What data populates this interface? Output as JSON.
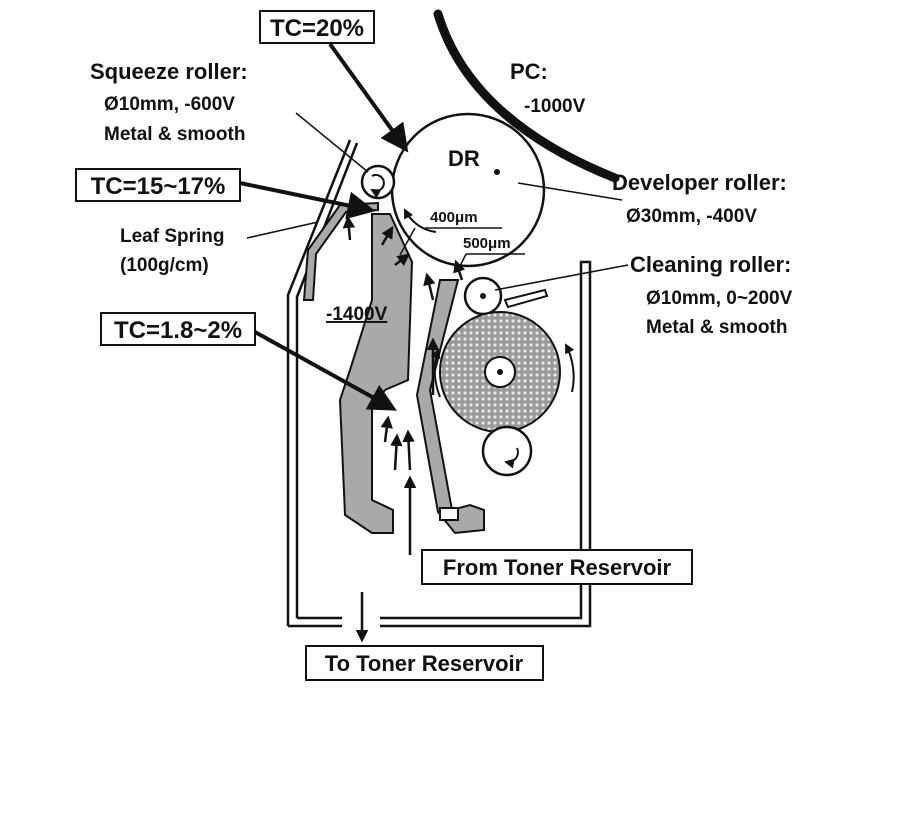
{
  "labels": {
    "tc_top": "TC=20%",
    "tc_mid": "TC=15~17%",
    "tc_low": "TC=1.8~2%",
    "squeeze_title": "Squeeze roller:",
    "squeeze_spec1": "Ø10mm, -600V",
    "squeeze_spec2": "Metal & smooth",
    "pc_title": "PC:",
    "pc_voltage": "-1000V",
    "dr_label": "DR",
    "developer_title": "Developer roller:",
    "developer_spec": "Ø30mm, -400V",
    "leaf_spring_1": "Leaf Spring",
    "leaf_spring_2": "(100g/cm)",
    "gap_400": "400μm",
    "gap_500": "500μm",
    "cleaning_title": "Cleaning roller:",
    "cleaning_spec1": "Ø10mm, 0~200V",
    "cleaning_spec2": "Metal & smooth",
    "bias_1400": "-1400V",
    "from_reservoir": "From Toner Reservoir",
    "to_reservoir": "To Toner Reservoir"
  },
  "colors": {
    "gray_fill": "#a9a9a9",
    "outline": "#111111",
    "background": "#ffffff"
  }
}
